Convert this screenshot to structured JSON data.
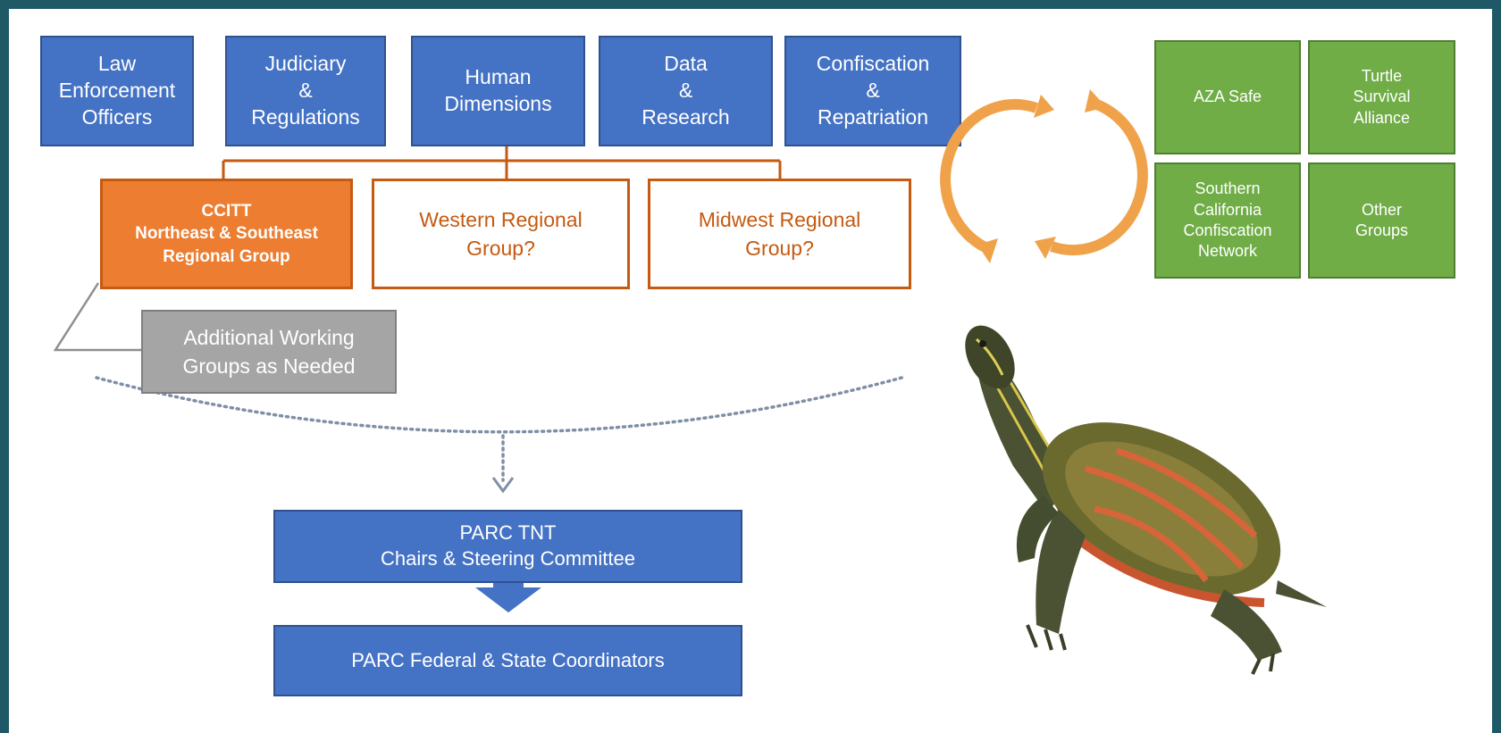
{
  "workgroups": [
    {
      "label": "Law\nEnforcement\nOfficers"
    },
    {
      "label": "Judiciary\n&\nRegulations"
    },
    {
      "label": "Human\nDimensions"
    },
    {
      "label": "Data\n&\nResearch"
    },
    {
      "label": "Confiscation\n&\nRepatriation"
    }
  ],
  "regional_groups": [
    {
      "label": "CCITT\nNortheast & Southeast\nRegional Group"
    },
    {
      "label": "Western Regional\nGroup?"
    },
    {
      "label": "Midwest Regional\nGroup?"
    }
  ],
  "additional_groups": {
    "label": "Additional Working\nGroups as Needed"
  },
  "leadership": {
    "label": "PARC TNT\nChairs & Steering Committee"
  },
  "coordinators": {
    "label": "PARC Federal & State Coordinators"
  },
  "partners": [
    {
      "label": "AZA Safe"
    },
    {
      "label": "Turtle\nSurvival\nAlliance"
    },
    {
      "label": "Southern\nCalifornia\nConfiscation\nNetwork"
    },
    {
      "label": "Other\nGroups"
    }
  ],
  "colors": {
    "workgroup_blue": "#4472c4",
    "regional_orange": "#ed7d31",
    "regional_outline": "#c55a11",
    "additional_gray": "#a5a5a5",
    "partner_green": "#70ad47",
    "cycle_arrows": "#f4b183",
    "background": "#1f5866"
  },
  "icons": {
    "cycle": "circular-exchange-arrows-icon",
    "turtle": "painted-turtle-photo"
  }
}
